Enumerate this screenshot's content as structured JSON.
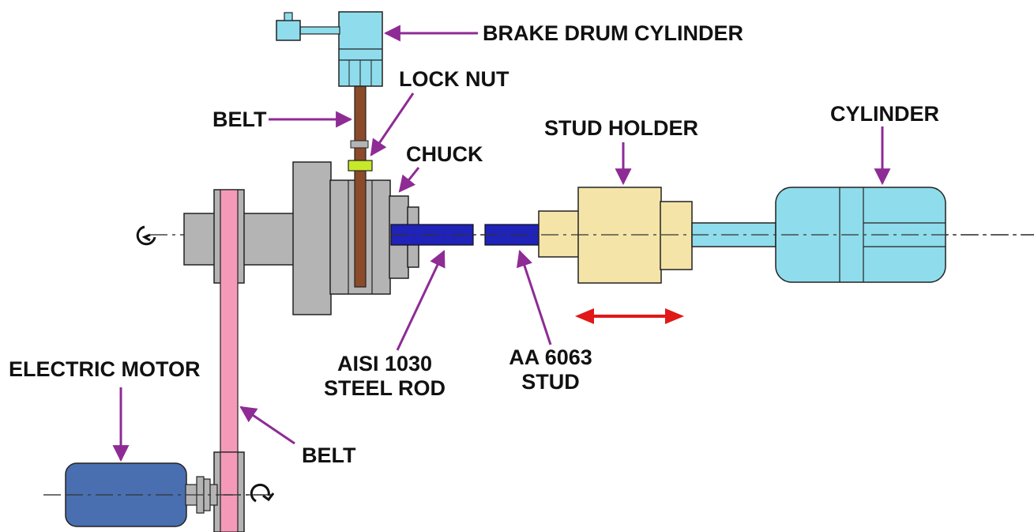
{
  "labels": {
    "brake_drum_cylinder": "BRAKE DRUM CYLINDER",
    "lock_nut": "LOCK NUT",
    "belt_top": "BELT",
    "chuck": "CHUCK",
    "stud_holder": "STUD HOLDER",
    "cylinder": "CYLINDER",
    "electric_motor": "ELECTRIC MOTOR",
    "belt_bottom": "BELT",
    "steel_rod_line1": "AISI 1030",
    "steel_rod_line2": "STEEL ROD",
    "stud_line1": "AA 6063",
    "stud_line2": "STUD"
  },
  "colors": {
    "gray_part": "#b4b4b4",
    "belt_pink": "#f49ab8",
    "brake_cylinder": "#8fdcec",
    "brake_rod": "#8b4a2a",
    "lock_nut": "#c8e82a",
    "steel_rod": "#1f23b8",
    "stud": "#1f23b8",
    "stud_holder": "#f4e4a8",
    "cylinder": "#8fdcec",
    "motor": "#4a6fb0",
    "leader": "#8e2b95",
    "motion_arrow": "#e01818"
  }
}
